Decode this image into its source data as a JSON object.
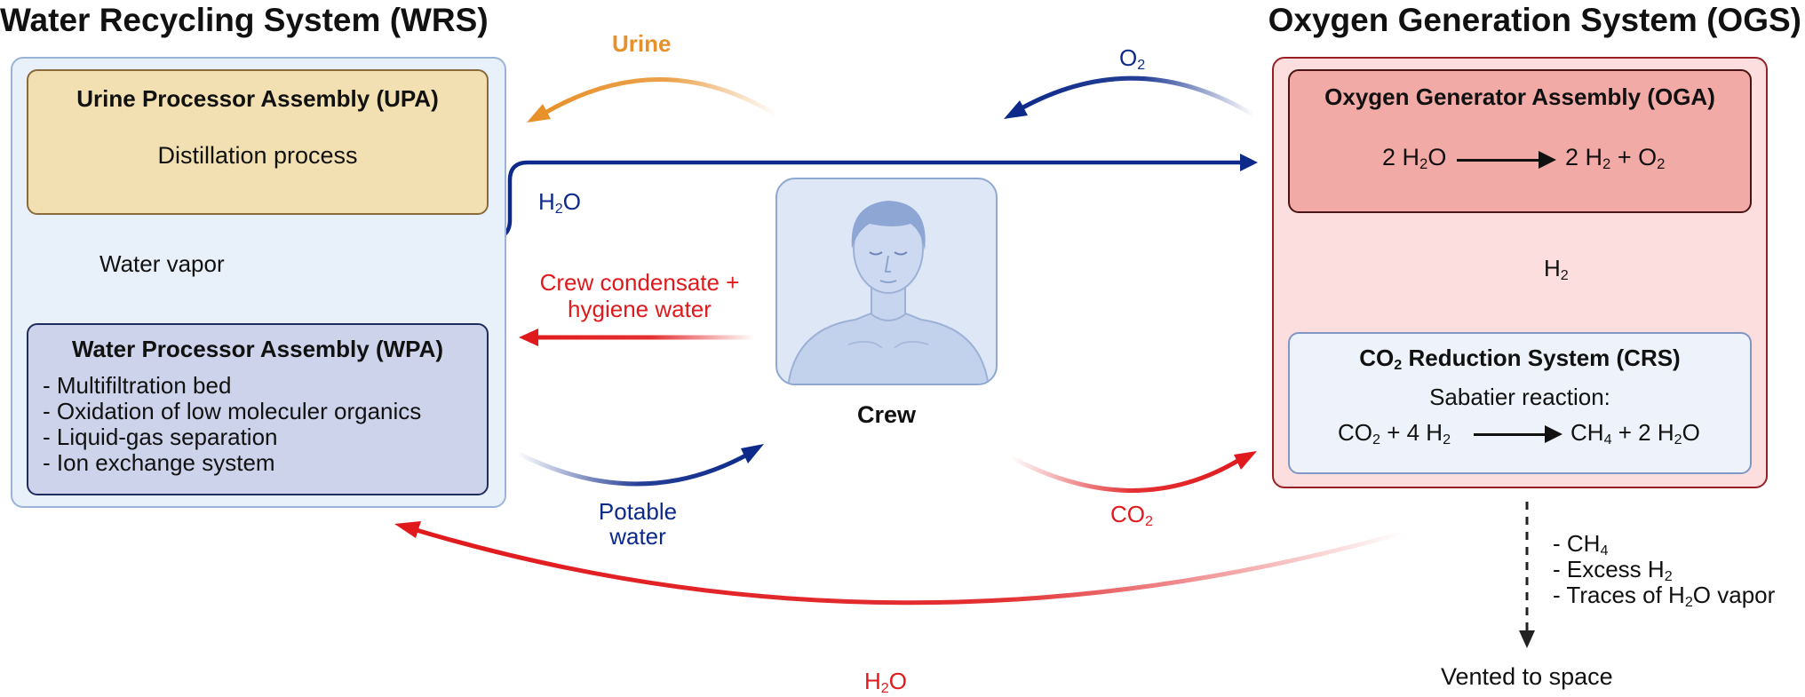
{
  "wrs": {
    "title": "Water Recycling System (WRS)",
    "upa": {
      "title": "Urine Processor Assembly (UPA)",
      "text": "Distillation process"
    },
    "water_vapor_label": "Water vapor",
    "wpa": {
      "title": "Water Processor Assembly (WPA)",
      "items": [
        "- Multifiltration bed",
        "- Oxidation of low moleculer organics",
        "- Liquid-gas separation",
        "- Ion exchange system"
      ]
    }
  },
  "ogs": {
    "title": "Oxygen Generation System (OGS)",
    "oga": {
      "title": "Oxygen Generator Assembly (OGA)",
      "eq_left": {
        "pre": "2 H",
        "sub": "2",
        "post": "O"
      },
      "eq_right": {
        "pre": "2 H",
        "sub": "2",
        "mid": " + O",
        "sub2": "2"
      }
    },
    "h2_label": {
      "pre": "H",
      "sub": "2"
    },
    "crs": {
      "title": {
        "pre": "CO",
        "sub": "2",
        "post": " Reduction System (CRS)"
      },
      "subtitle": "Sabatier reaction:",
      "eq_left": {
        "a": "CO",
        "sa": "2",
        "b": " + 4 H",
        "sb": "2"
      },
      "eq_right": {
        "a": "CH",
        "sa": "4",
        "b": " + 2 H",
        "sb": "2",
        "c": "O"
      }
    }
  },
  "crew": {
    "label": "Crew"
  },
  "flows": {
    "urine": "Urine",
    "o2": {
      "pre": "O",
      "sub": "2"
    },
    "h2o_top": {
      "pre": "H",
      "sub": "2",
      "post": "O"
    },
    "condensate_line1": "Crew condensate +",
    "condensate_line2": "hygiene water",
    "potable_line1": "Potable",
    "potable_line2": "water",
    "co2": {
      "pre": "CO",
      "sub": "2"
    },
    "h2o_bottom": {
      "pre": "H",
      "sub": "2",
      "post": "O"
    }
  },
  "vent": {
    "items": [
      {
        "pre": "- CH",
        "sub": "4",
        "post": ""
      },
      {
        "pre": "- Excess H",
        "sub": "2",
        "post": ""
      },
      {
        "pre": "- Traces of H",
        "sub": "2",
        "post": "O vapor"
      }
    ],
    "destination": "Vented to space"
  },
  "colors": {
    "blue_flow": "#0d2a8a",
    "red_flow": "#e0191c",
    "orange_flow": "#e8902a",
    "wrs_bg": "#e8f0fa",
    "upa_bg": "#f2e0b2",
    "wpa_bg": "#ccd3ea",
    "ogs_bg": "#fbdedd",
    "oga_bg": "#f2aaa6",
    "crs_bg": "#eef2fa"
  }
}
